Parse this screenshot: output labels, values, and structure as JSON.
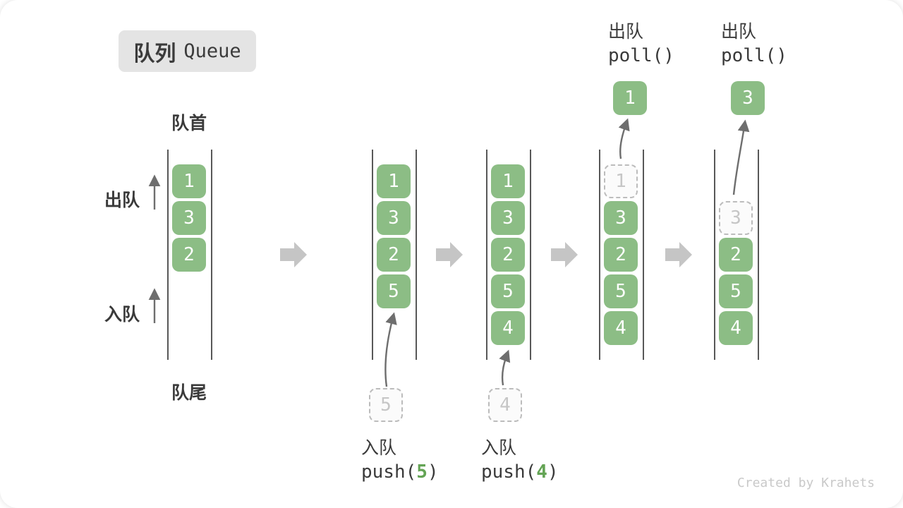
{
  "title": {
    "zh": "队列",
    "en": "Queue"
  },
  "labels": {
    "front": "队首",
    "rear": "队尾",
    "dequeue": "出队",
    "enqueue": "入队"
  },
  "queues": [
    {
      "name": "state-initial",
      "cells": [
        {
          "value": "1"
        },
        {
          "value": "3"
        },
        {
          "value": "2"
        }
      ]
    },
    {
      "name": "state-after-push-5",
      "cells": [
        {
          "value": "1"
        },
        {
          "value": "3"
        },
        {
          "value": "2"
        },
        {
          "value": "5"
        }
      ],
      "staged": {
        "value": "5"
      }
    },
    {
      "name": "state-after-push-4",
      "cells": [
        {
          "value": "1"
        },
        {
          "value": "3"
        },
        {
          "value": "2"
        },
        {
          "value": "5"
        },
        {
          "value": "4"
        }
      ],
      "staged": {
        "value": "4"
      }
    },
    {
      "name": "state-after-poll-1",
      "cells": [
        {
          "value": "1",
          "ghost": true
        },
        {
          "value": "3"
        },
        {
          "value": "2"
        },
        {
          "value": "5"
        },
        {
          "value": "4"
        }
      ],
      "polled": {
        "value": "1"
      }
    },
    {
      "name": "state-after-poll-3",
      "cells": [
        {
          "value": "3",
          "ghost": true
        },
        {
          "value": "2"
        },
        {
          "value": "5"
        },
        {
          "value": "4"
        }
      ],
      "polled": {
        "value": "3"
      }
    }
  ],
  "ops": {
    "enqueue_5": {
      "action": "入队",
      "call_open": "push(",
      "arg": "5",
      "call_close": ")"
    },
    "enqueue_4": {
      "action": "入队",
      "call_open": "push(",
      "arg": "4",
      "call_close": ")"
    },
    "dequeue_1": {
      "action": "出队",
      "call": "poll()"
    },
    "dequeue_3": {
      "action": "出队",
      "call": "poll()"
    }
  },
  "watermark": "Created by Krahets",
  "colors": {
    "cell_green": "#8cbd85",
    "arg_green": "#64a455",
    "ghost_border": "#bcbcbc",
    "ghost_text": "#c6c6c6",
    "thin_arrow": "#6e6e6e",
    "block_arrow": "#c5c5c5",
    "title_bg": "#e4e4e4",
    "text_dark": "#3a3a3a",
    "watermark": "#c9c9c9"
  }
}
